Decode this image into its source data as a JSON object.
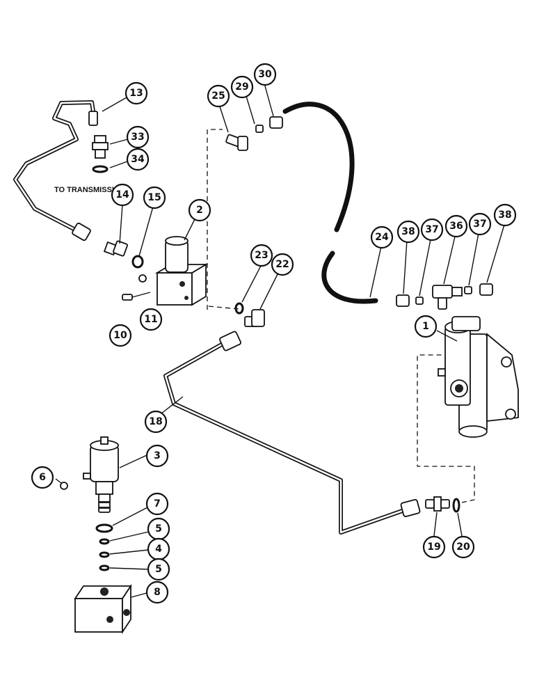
{
  "diagram": {
    "transmission_label": "TO TRANSMISSION",
    "callouts": [
      {
        "id": "c13",
        "label": "13"
      },
      {
        "id": "c33",
        "label": "33"
      },
      {
        "id": "c34",
        "label": "34"
      },
      {
        "id": "c14",
        "label": "14"
      },
      {
        "id": "c15",
        "label": "15"
      },
      {
        "id": "c2",
        "label": "2"
      },
      {
        "id": "c10",
        "label": "10"
      },
      {
        "id": "c11",
        "label": "11"
      },
      {
        "id": "c25",
        "label": "25"
      },
      {
        "id": "c29",
        "label": "29"
      },
      {
        "id": "c30",
        "label": "30"
      },
      {
        "id": "c23",
        "label": "23"
      },
      {
        "id": "c22",
        "label": "22"
      },
      {
        "id": "c24",
        "label": "24"
      },
      {
        "id": "c38a",
        "label": "38"
      },
      {
        "id": "c37a",
        "label": "37"
      },
      {
        "id": "c36",
        "label": "36"
      },
      {
        "id": "c37b",
        "label": "37"
      },
      {
        "id": "c38b",
        "label": "38"
      },
      {
        "id": "c1",
        "label": "1"
      },
      {
        "id": "c18",
        "label": "18"
      },
      {
        "id": "c3",
        "label": "3"
      },
      {
        "id": "c6",
        "label": "6"
      },
      {
        "id": "c7",
        "label": "7"
      },
      {
        "id": "c5a",
        "label": "5"
      },
      {
        "id": "c4",
        "label": "4"
      },
      {
        "id": "c5b",
        "label": "5"
      },
      {
        "id": "c8",
        "label": "8"
      },
      {
        "id": "c19",
        "label": "19"
      },
      {
        "id": "c20",
        "label": "20"
      }
    ]
  }
}
